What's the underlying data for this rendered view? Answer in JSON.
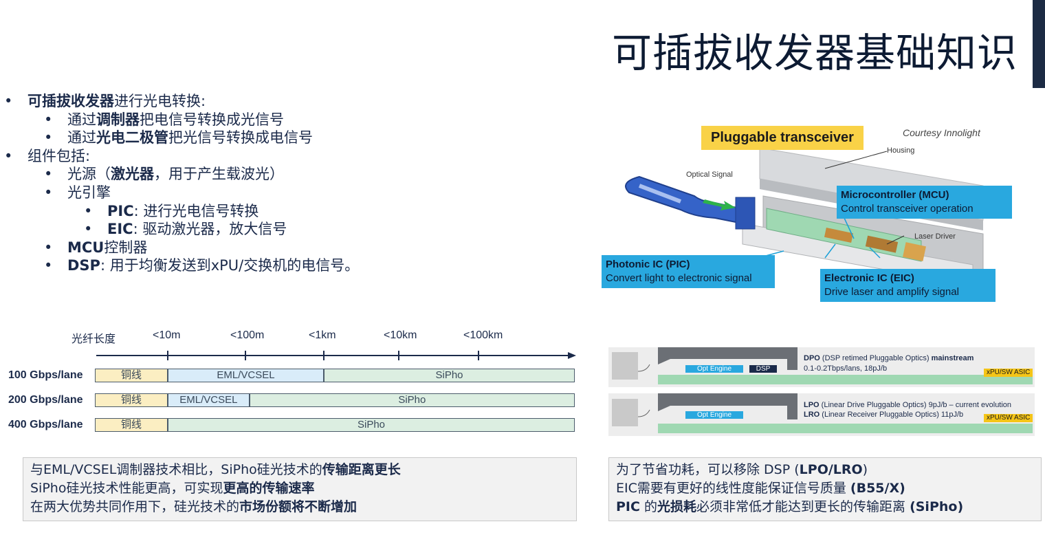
{
  "title": "可插拔收发器基础知识",
  "bullets": [
    {
      "level": 1,
      "parts": [
        {
          "t": "可插拔收发器",
          "b": true
        },
        {
          "t": "进行光电转换:",
          "b": false
        }
      ]
    },
    {
      "level": 2,
      "parts": [
        {
          "t": "通过",
          "b": false
        },
        {
          "t": "调制器",
          "b": true
        },
        {
          "t": "把电信号转换成光信号",
          "b": false
        }
      ]
    },
    {
      "level": 2,
      "parts": [
        {
          "t": "通过",
          "b": false
        },
        {
          "t": "光电二极管",
          "b": true
        },
        {
          "t": "把光信号转换成电信号",
          "b": false
        }
      ]
    },
    {
      "level": 1,
      "parts": [
        {
          "t": "组件包括:",
          "b": false
        }
      ]
    },
    {
      "level": 2,
      "parts": [
        {
          "t": "光源（",
          "b": false
        },
        {
          "t": "激光器",
          "b": true
        },
        {
          "t": "，用于产生载波光）",
          "b": false
        }
      ]
    },
    {
      "level": 2,
      "parts": [
        {
          "t": "光引擎",
          "b": false
        }
      ]
    },
    {
      "level": 3,
      "parts": [
        {
          "t": "PIC",
          "b": true
        },
        {
          "t": ": 进行光电信号转换",
          "b": false
        }
      ]
    },
    {
      "level": 3,
      "parts": [
        {
          "t": "EIC",
          "b": true
        },
        {
          "t": ": 驱动激光器，放大信号",
          "b": false
        }
      ]
    },
    {
      "level": 2,
      "parts": [
        {
          "t": "MCU",
          "b": true
        },
        {
          "t": "控制器",
          "b": false
        }
      ]
    },
    {
      "level": 2,
      "parts": [
        {
          "t": "DSP",
          "b": true
        },
        {
          "t": ": 用于均衡发送到xPU/交换机的电信号。",
          "b": false
        }
      ]
    }
  ],
  "timeline": {
    "axis_label": "光纤长度",
    "ticks": [
      "<10m",
      "<100m",
      "<1km",
      "<10km",
      "<100km"
    ],
    "lanes": [
      {
        "label": "100 Gbps/lane",
        "segments": [
          {
            "text": "铜线",
            "kind": "cu",
            "end": 0
          },
          {
            "text": "EML/VCSEL",
            "kind": "eml",
            "end": 2
          },
          {
            "text": "SiPho",
            "kind": "si",
            "end": 5
          }
        ]
      },
      {
        "label": "200 Gbps/lane",
        "segments": [
          {
            "text": "铜线",
            "kind": "cu",
            "end": 0
          },
          {
            "text": "EML/VCSEL",
            "kind": "eml",
            "end": 1.05
          },
          {
            "text": "SiPho",
            "kind": "si",
            "end": 5
          }
        ]
      },
      {
        "label": "400 Gbps/lane",
        "segments": [
          {
            "text": "铜线",
            "kind": "cu",
            "end": 0
          },
          {
            "text": "SiPho",
            "kind": "si",
            "end": 5
          }
        ]
      }
    ]
  },
  "summary_left": [
    [
      {
        "t": "与EML/VCSEL调制器技术相比，SiPho硅光技术的",
        "b": false
      },
      {
        "t": "传输距离更长",
        "b": true
      }
    ],
    [
      {
        "t": "SiPho硅光技术性能更高，可实现",
        "b": false
      },
      {
        "t": "更高的传输速率",
        "b": true
      }
    ],
    [
      {
        "t": "在两大优势共同作用下，硅光技术的",
        "b": false
      },
      {
        "t": "市场份额将不断增加",
        "b": true
      }
    ]
  ],
  "summary_right": [
    [
      {
        "t": "为了节省功耗，可以移除 DSP (",
        "b": false
      },
      {
        "t": "LPO/LRO",
        "b": true
      },
      {
        "t": ")",
        "b": false
      }
    ],
    [
      {
        "t": "EIC需要有更好的线性度能保证信号质量 ",
        "b": false
      },
      {
        "t": "(B55/X)",
        "b": true
      }
    ],
    [
      {
        "t": "PIC",
        "b": true
      },
      {
        "t": " 的",
        "b": false
      },
      {
        "t": "光损耗",
        "b": true
      },
      {
        "t": "必须非常低才能达到更长的传输距离 ",
        "b": false
      },
      {
        "t": "(SiPho)",
        "b": true
      }
    ]
  ],
  "diagram": {
    "main_label": "Pluggable transceiver",
    "courtesy": "Courtesy Innolight",
    "housing": "Housing",
    "optical_signal": "Optical Signal",
    "laser_driver": "Laser Driver",
    "mcu_title": "Microcontroller (MCU)",
    "mcu_desc": "Control transceiver operation",
    "pic_title": "Photonic IC (PIC)",
    "pic_desc": "Convert light to electronic signal",
    "eic_title": "Electronic IC (EIC)",
    "eic_desc": "Drive laser and amplify signal"
  },
  "dpo": {
    "engine": "Opt Engine",
    "dsp": "DSP",
    "asic": "xPU/SW ASIC",
    "dpo_title_bold": "DPO",
    "dpo_title_rest": " (DSP retimed Pluggable Optics) ",
    "dpo_tail_bold": "mainstream",
    "dpo_spec": "0.1-0.2Tbps/lans, 18pJ/b",
    "lpo_bold": "LPO",
    "lpo_rest": " (Linear Drive Pluggable Optics) 9pJ/b – current evolution",
    "lro_bold": "LRO",
    "lro_rest": " (Linear Receiver Pluggable Optics) 11pJ/b"
  },
  "colors": {
    "copper": "#fbeec2",
    "eml": "#d9ecf9",
    "sipho": "#dceee1",
    "callout": "#29a8df",
    "label_yellow": "#f9d247",
    "asic_yellow": "#f5c518",
    "green_board": "#9fd8b2"
  }
}
